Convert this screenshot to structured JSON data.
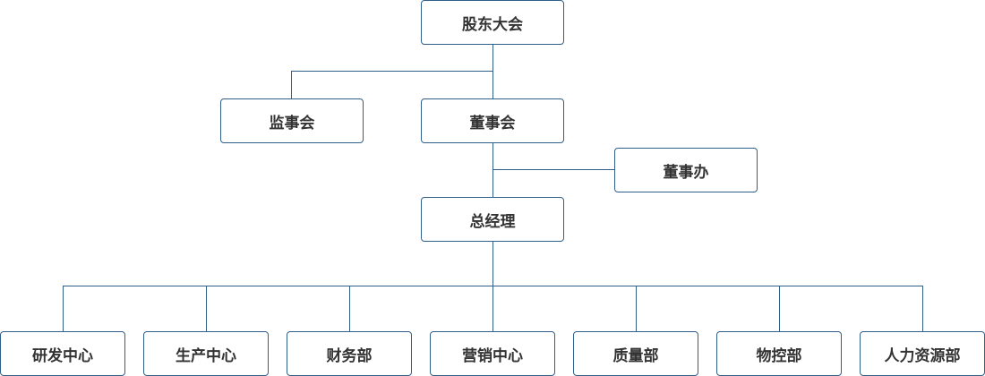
{
  "org_chart": {
    "root": "股东大会",
    "supervisory_board": "监事会",
    "board_of_directors": "董事会",
    "board_office": "董事办",
    "general_manager": "总经理",
    "departments": [
      "研发中心",
      "生产中心",
      "财务部",
      "营销中心",
      "质量部",
      "物控部",
      "人力资源部"
    ]
  },
  "colors": {
    "line": "#2f5f8a",
    "box_border": "#2f5f8a",
    "text": "#333333"
  }
}
